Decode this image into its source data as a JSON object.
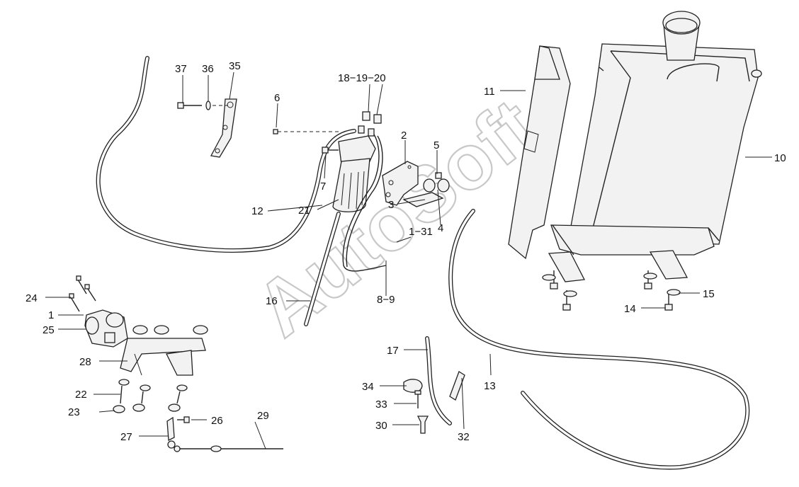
{
  "watermark": "AutoSoft",
  "callouts": {
    "c1": "1",
    "c2": "2",
    "c3": "3",
    "c4": "4",
    "c5": "5",
    "c6": "6",
    "c7": "7",
    "c8_9": "8−9",
    "c10": "10",
    "c11": "11",
    "c12": "12",
    "c13": "13",
    "c14": "14",
    "c15": "15",
    "c16": "16",
    "c17": "17",
    "c18_19_20": "18−19−20",
    "c1_31": "1−31",
    "c21": "21",
    "c22": "22",
    "c23": "23",
    "c24": "24",
    "c25": "25",
    "c26": "26",
    "c27": "27",
    "c28": "28",
    "c29": "29",
    "c30": "30",
    "c32": "32",
    "c33": "33",
    "c34": "34",
    "c35": "35",
    "c36": "36",
    "c37": "37"
  },
  "colors": {
    "line": "#222222",
    "background": "#ffffff",
    "watermark": "#c8c8c8"
  }
}
